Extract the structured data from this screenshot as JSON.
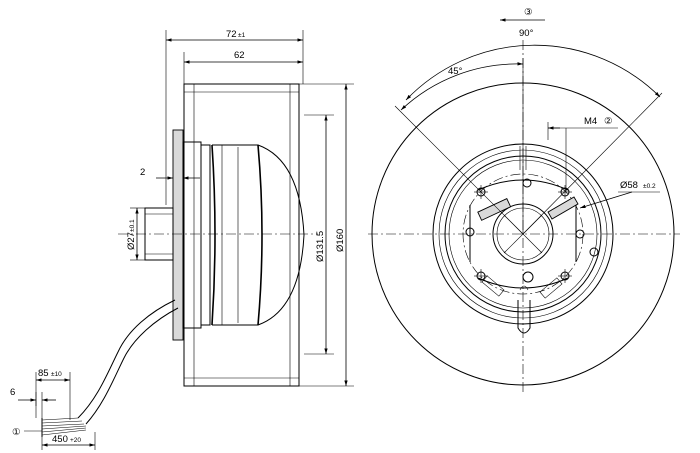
{
  "side_view": {
    "dim_overall_length": "72",
    "dim_overall_length_tol": "±1",
    "dim_body_length": "62",
    "dim_flange_thickness": "2",
    "dim_hub_diameter": "Ø27",
    "dim_hub_diameter_tol": "±0.1",
    "dim_motor_diameter": "Ø131.5",
    "dim_wheel_diameter": "Ø160"
  },
  "cable": {
    "dim_strip_length": "85",
    "dim_strip_length_tol": "±10",
    "dim_wire_end": "6",
    "dim_cable_length": "450",
    "dim_cable_length_tol": "+20",
    "callout_1": "①"
  },
  "front_view": {
    "callout_3": "③",
    "dim_angle_90": "90°",
    "dim_angle_45": "45°",
    "thread_label": "M4",
    "callout_2": "②",
    "dim_bolt_circle": "Ø58",
    "dim_bolt_circle_tol": "±0.2"
  }
}
